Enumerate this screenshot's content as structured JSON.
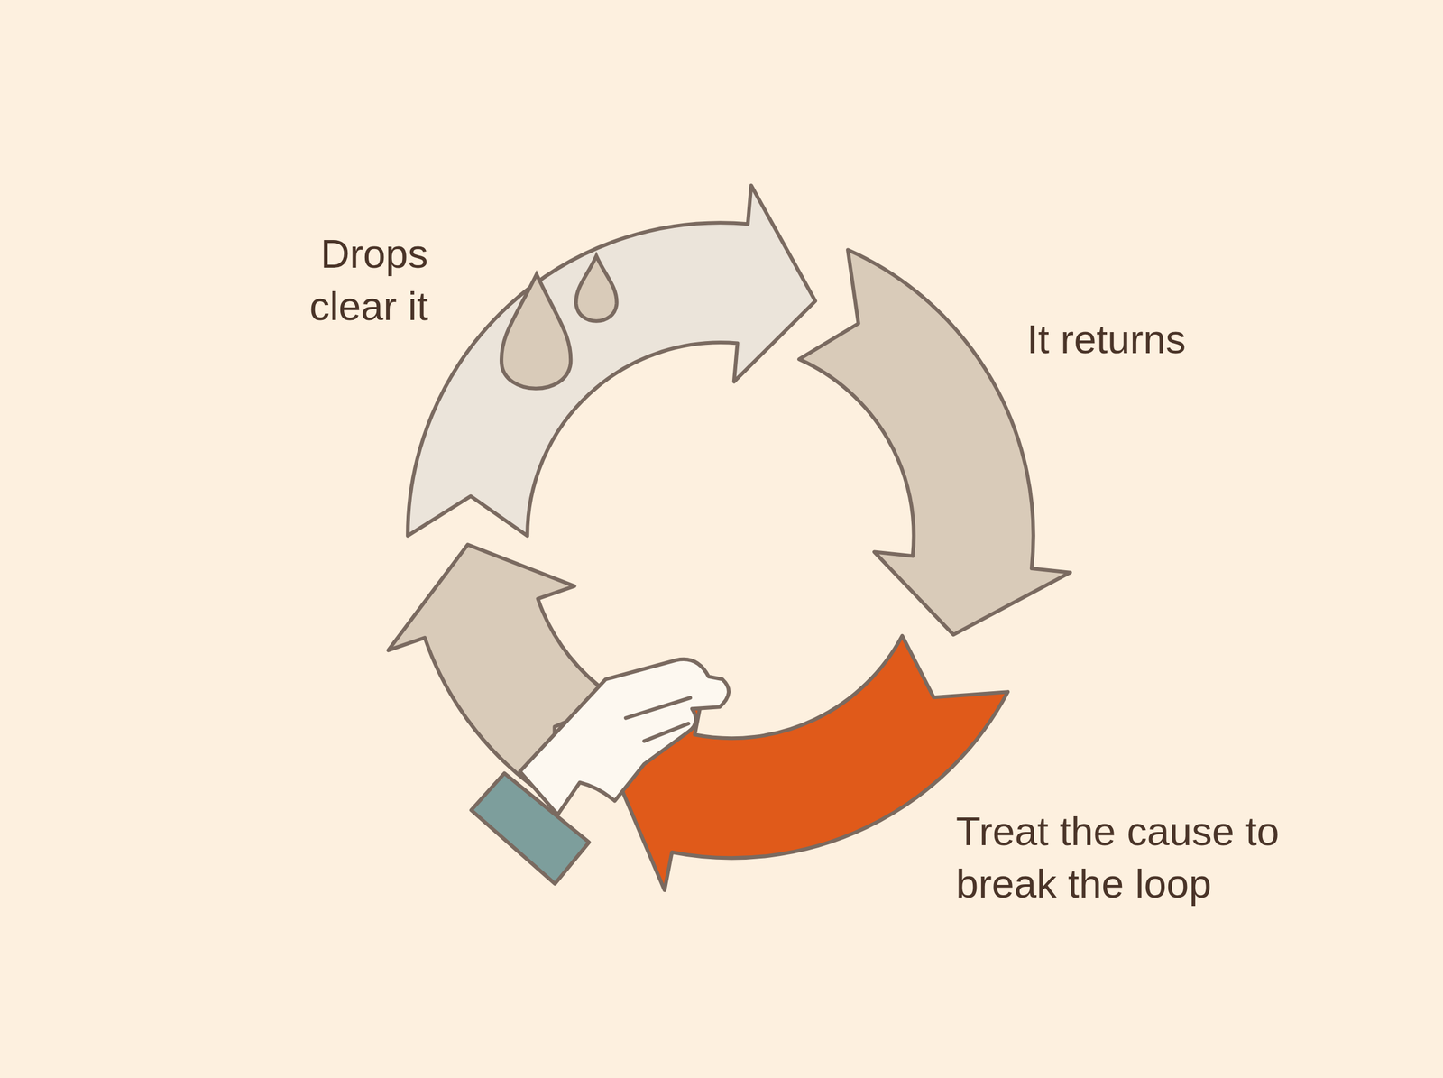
{
  "diagram": {
    "labels": [
      "Drops clear it",
      "It returns",
      "Treat the cause to break the loop"
    ]
  }
}
